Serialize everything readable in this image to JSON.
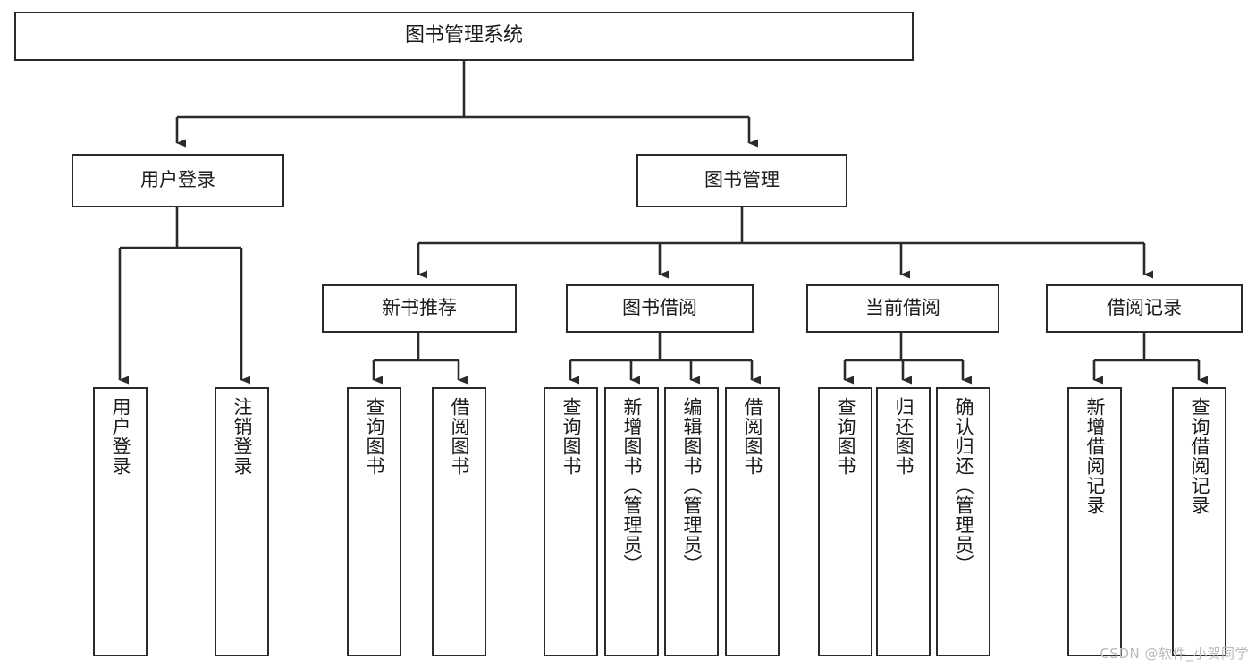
{
  "diagram": {
    "title": "图书管理系统",
    "type": "tree",
    "watermark": "CSDN @软件_小贺同学",
    "colors": {
      "node_border": "#2b2b2b",
      "node_fill": "#ffffff",
      "edge": "#2b2b2b",
      "text": "#1b1b1b",
      "watermark": "#b9b9b9",
      "background": "#ffffff"
    },
    "levels": {
      "root": "图书管理系统",
      "level2": [
        "用户登录",
        "图书管理"
      ],
      "level3": [
        "新书推荐",
        "图书借阅",
        "当前借阅",
        "借阅记录"
      ]
    },
    "nodes": {
      "root": {
        "label": "图书管理系统"
      },
      "user_login": {
        "label": "用户登录"
      },
      "book_manage": {
        "label": "图书管理"
      },
      "new_book_rec": {
        "label": "新书推荐"
      },
      "book_borrow": {
        "label": "图书借阅"
      },
      "current_borrow": {
        "label": "当前借阅"
      },
      "borrow_record": {
        "label": "借阅记录"
      },
      "leaf_user_login": {
        "label": "用户登录"
      },
      "leaf_logout": {
        "label": "注销登录"
      },
      "leaf_query_book_rec": {
        "label": "查询图书"
      },
      "leaf_borrow_book_rec": {
        "label": "借阅图书"
      },
      "leaf_query_book_borrow": {
        "label": "查询图书"
      },
      "leaf_add_book": {
        "label": "新增图书（管理员）"
      },
      "leaf_edit_book": {
        "label": "编辑图书（管理员）"
      },
      "leaf_borrow_book": {
        "label": "借阅图书"
      },
      "leaf_query_book_cur": {
        "label": "查询图书"
      },
      "leaf_return_book": {
        "label": "归还图书"
      },
      "leaf_confirm_return": {
        "label": "确认归还（管理员）"
      },
      "leaf_add_record": {
        "label": "新增借阅记录"
      },
      "leaf_query_record": {
        "label": "查询借阅记录"
      }
    }
  }
}
